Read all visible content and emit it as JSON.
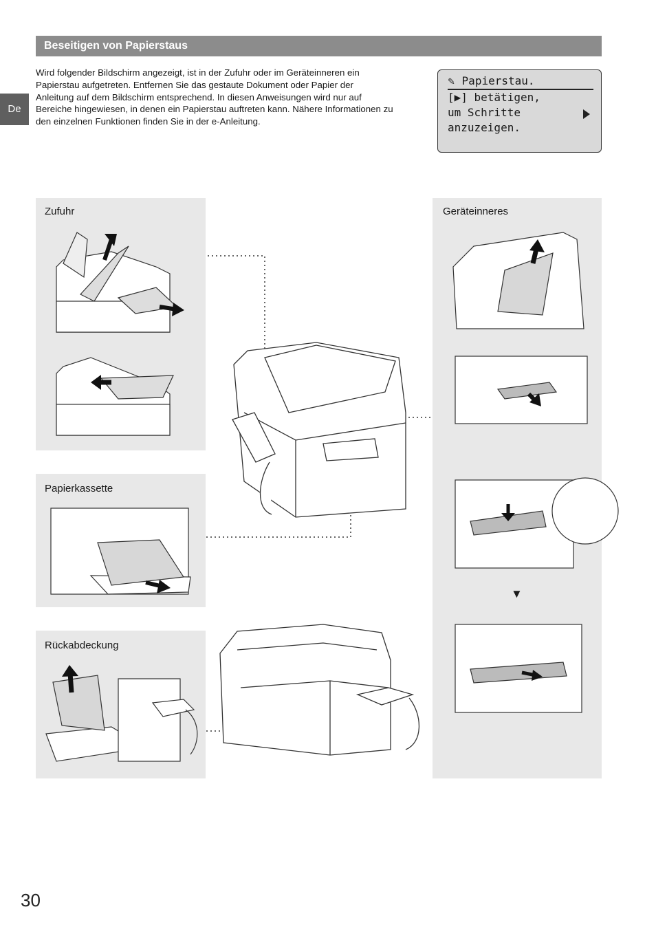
{
  "language_tab": "De",
  "section_title": "Beseitigen von Papierstaus",
  "intro_text": "Wird folgender Bildschirm angezeigt, ist in der Zufuhr oder im Geräteinneren ein Papierstau aufgetreten. Entfernen Sie das gestaute Dokument oder Papier der Anleitung auf dem Bildschirm entsprechend. In diesen Anweisungen wird nur auf Bereiche hingewiesen, in denen ein Papierstau auftreten kann. Nähere Informationen zu den einzelnen Funktionen finden Sie in der e-Anleitung.",
  "lcd": {
    "line1": "Papierstau.",
    "line2": "[▶] betätigen,",
    "line3": "um Schritte",
    "line4": "anzuzeigen."
  },
  "panels": {
    "zufuhr": "Zufuhr",
    "papierkassette": "Papierkassette",
    "rueckabdeckung": "Rückabdeckung",
    "geraeteinneres": "Geräteinneres"
  },
  "step_arrow": "▼",
  "page_number": "30",
  "colors": {
    "section_bar": "#8c8c8c",
    "panel_bg": "#e8e8e8",
    "lcd_bg": "#d9d9d9",
    "tab_bg": "#5f5f5f"
  }
}
